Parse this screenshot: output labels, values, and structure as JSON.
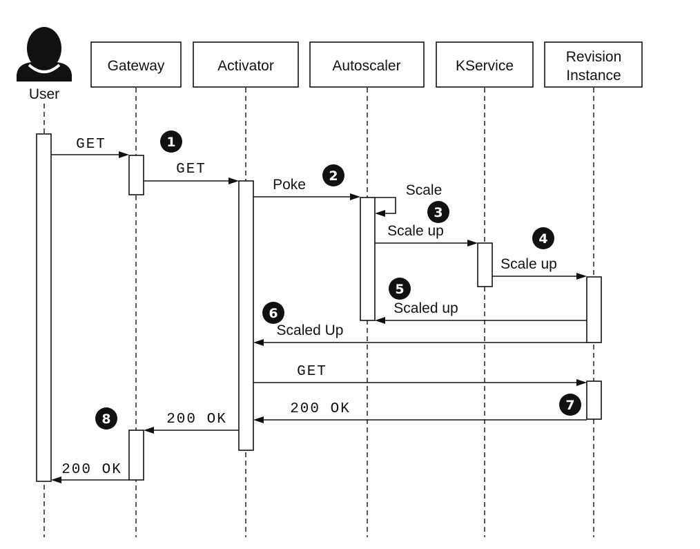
{
  "participants": [
    {
      "id": "user",
      "label": "User",
      "kind": "actor"
    },
    {
      "id": "gateway",
      "label": "Gateway",
      "kind": "box"
    },
    {
      "id": "activator",
      "label": "Activator",
      "kind": "box"
    },
    {
      "id": "autoscaler",
      "label": "Autoscaler",
      "kind": "box"
    },
    {
      "id": "kservice",
      "label": "KService",
      "kind": "box"
    },
    {
      "id": "revision",
      "label": [
        "Revision",
        "Instance"
      ],
      "kind": "box"
    }
  ],
  "messages": [
    {
      "from": "user",
      "to": "gateway",
      "label": "GET",
      "style": "mono"
    },
    {
      "from": "gateway",
      "to": "activator",
      "label": "GET",
      "style": "mono"
    },
    {
      "from": "activator",
      "to": "autoscaler",
      "label": "Poke",
      "style": "sans"
    },
    {
      "from": "autoscaler",
      "to": "autoscaler",
      "label": "Scale",
      "style": "sans"
    },
    {
      "from": "autoscaler",
      "to": "kservice",
      "label": "Scale up",
      "style": "sans"
    },
    {
      "from": "kservice",
      "to": "revision",
      "label": "Scale up",
      "style": "sans"
    },
    {
      "from": "revision",
      "to": "autoscaler",
      "label": "Scaled up",
      "style": "sans"
    },
    {
      "from": "revision",
      "to": "activator",
      "label": "Scaled Up",
      "style": "sans"
    },
    {
      "from": "activator",
      "to": "revision",
      "label": "GET",
      "style": "mono"
    },
    {
      "from": "revision",
      "to": "activator",
      "label": "200 OK",
      "style": "mono"
    },
    {
      "from": "activator",
      "to": "gateway",
      "label": "200 OK",
      "style": "mono"
    },
    {
      "from": "gateway",
      "to": "user",
      "label": "200 OK",
      "style": "mono"
    }
  ],
  "steps": [
    "1",
    "2",
    "3",
    "4",
    "5",
    "6",
    "7",
    "8"
  ],
  "icons": {
    "user": "person-silhouette-icon"
  },
  "colors": {
    "ink": "#111111",
    "background": "#ffffff"
  }
}
